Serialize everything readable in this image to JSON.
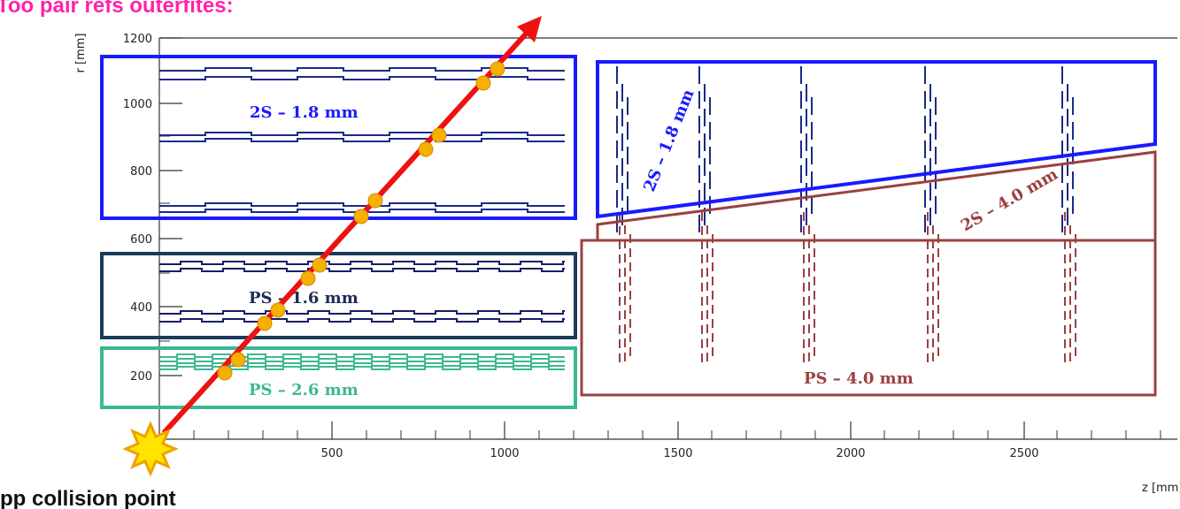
{
  "header_text": "Too pair refs outerfites:",
  "y_axis": {
    "label": "r [mm]",
    "ticks": [
      "200",
      "400",
      "600",
      "800",
      "1000",
      "1200"
    ]
  },
  "x_axis": {
    "label": "z [mm]",
    "ticks": [
      "500",
      "1000",
      "1500",
      "2000",
      "2500"
    ]
  },
  "regions": {
    "barrel_2s": "2S – 1.8 mm",
    "barrel_ps_mid": "PS – 1.6 mm",
    "barrel_ps_inner": "PS – 2.6 mm",
    "endcap_2s_18": "2S – 1.8 mm",
    "endcap_2s_40": "2S – 4.0 mm",
    "endcap_ps_40": "PS – 4.0 mm"
  },
  "collision_label": "pp collision point",
  "colors": {
    "barrel_2s": "#1a1aff",
    "barrel_ps_mid": "#1c3b5a",
    "barrel_ps_inner": "#3cb890",
    "endcap_2s_blue": "#1a1aff",
    "endcap_brown": "#9b4040",
    "track": "#ee1111",
    "hit": "#f5b000",
    "header": "#ff22aa"
  }
}
